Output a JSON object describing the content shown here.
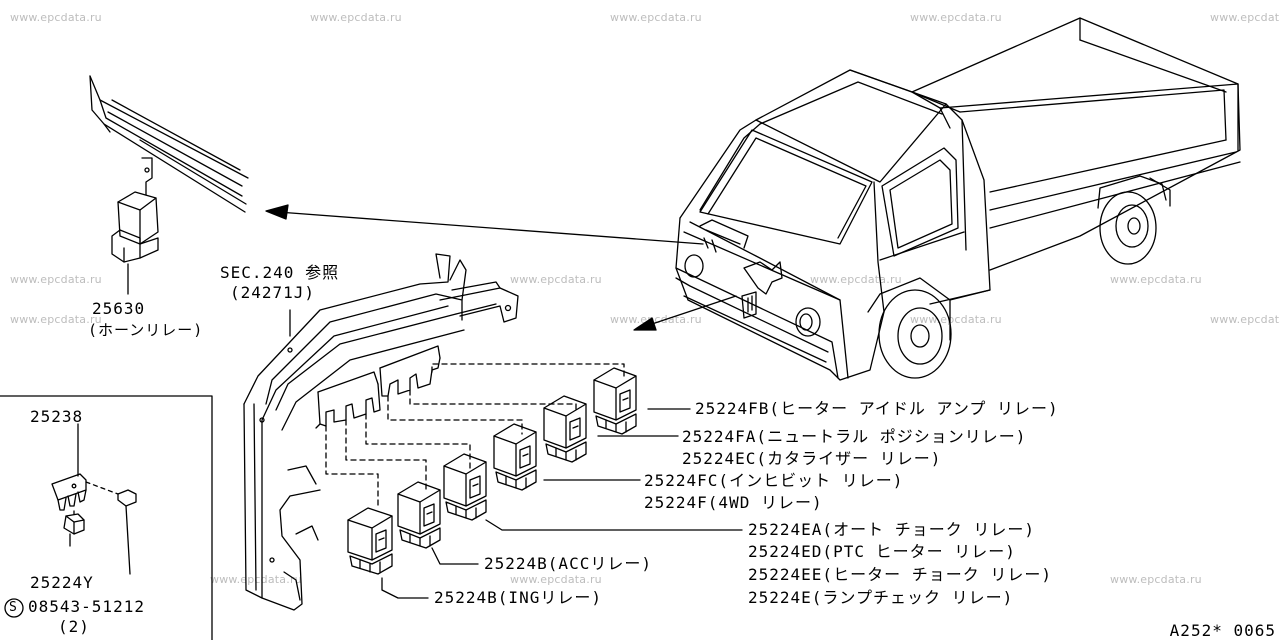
{
  "watermark": "www.epcdata.ru",
  "labels": {
    "horn_part": "25630",
    "horn_name": "(ホーンリレー)",
    "sec_ref": "SEC.240 参照",
    "sec_part": "(24271J)",
    "inset_part_top": "25238",
    "inset_part_relay": "25224Y",
    "inset_screw": "08543-51212",
    "inset_screw_symbol": "S",
    "inset_qty": "(2)",
    "fb": "25224FB(ヒーター アイドル アンプ リレー)",
    "fa": "25224FA(ニュートラル ポジションリレー)",
    "ec": "25224EC(カタライザー リレー)",
    "fc": "25224FC(インヒビット リレー)",
    "f": "25224F(4WD リレー)",
    "ea": "25224EA(オート チョーク リレー)",
    "ed": "25224ED(PTC ヒーター リレー)",
    "ee": "25224EE(ヒーター チョーク リレー)",
    "e": "25224E(ランプチェック リレー)",
    "b_acc": "25224B(ACCリレー)",
    "b_ing": "25224B(INGリレー)",
    "code": "A252* 0065"
  }
}
